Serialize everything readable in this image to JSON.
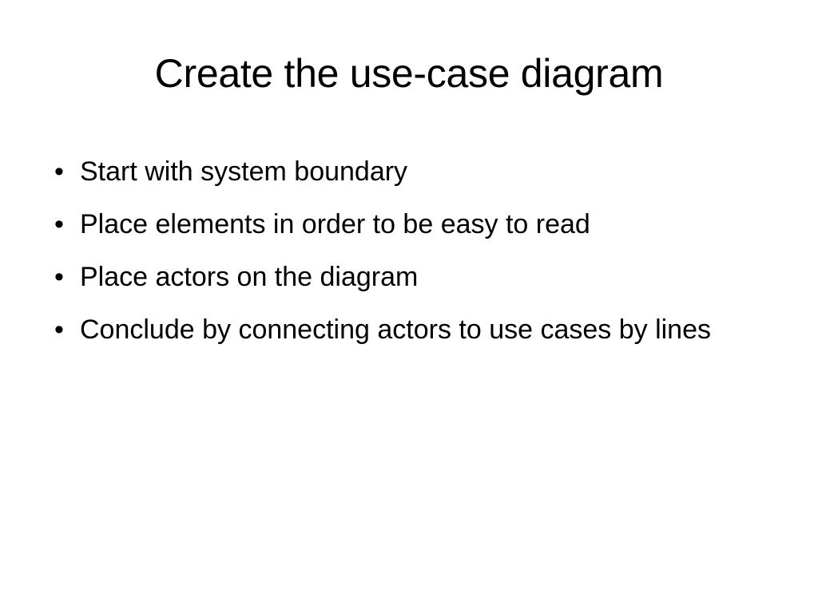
{
  "slide": {
    "title": "Create the use-case diagram",
    "bullet_glyph": "•",
    "bullets": [
      {
        "text": "Start with system boundary"
      },
      {
        "text": "Place elements in order to be easy to read"
      },
      {
        "text": "Place actors on the diagram"
      },
      {
        "text": "Conclude by connecting actors to use cases by lines"
      }
    ]
  }
}
